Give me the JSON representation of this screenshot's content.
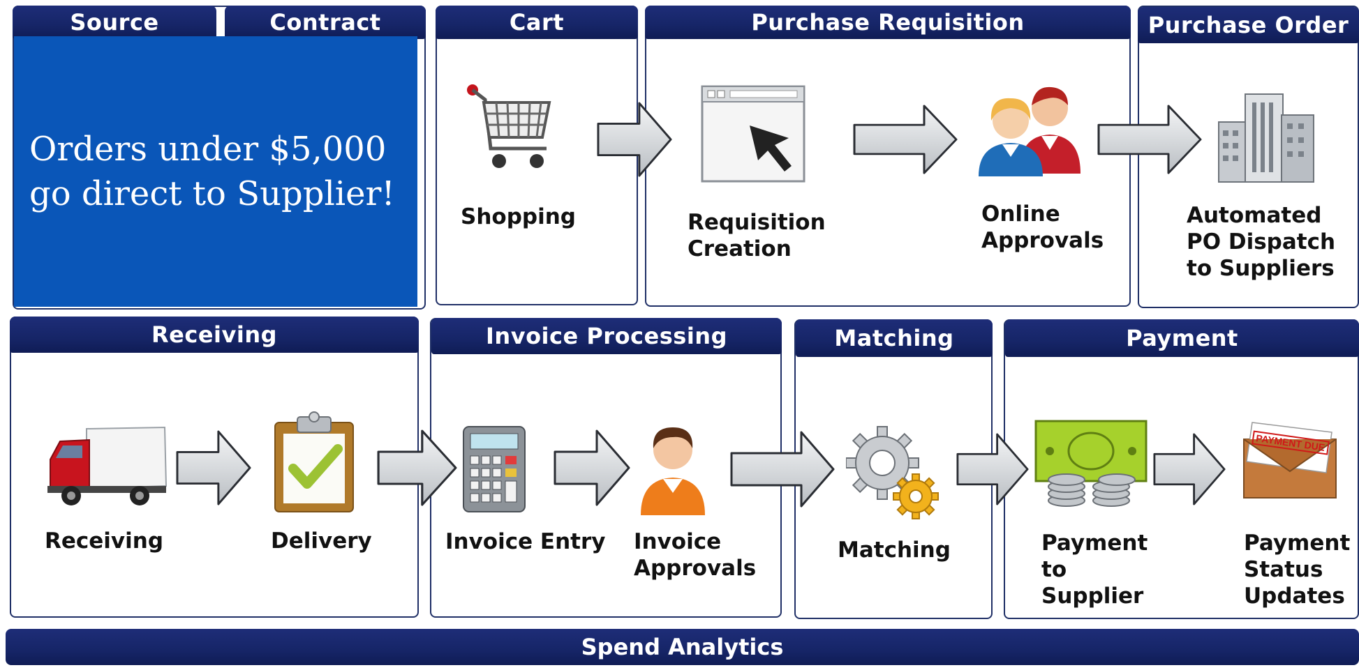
{
  "top_row": {
    "source": "Source",
    "contract": "Contract",
    "cart": "Cart",
    "purchase_requisition": "Purchase Requisition",
    "purchase_order": "Purchase Order"
  },
  "note": "Orders under $5,000 go direct to Supplier!",
  "steps": {
    "shopping": "Shopping",
    "requisition_creation": "Requisition\nCreation",
    "online_approvals": "Online\nApprovals",
    "po_dispatch": "Automated\nPO Dispatch\nto Suppliers",
    "receiving": "Receiving",
    "delivery": "Delivery",
    "invoice_entry": "Invoice Entry",
    "invoice_approvals": "Invoice\nApprovals",
    "matching": "Matching",
    "payment_to_supplier": "Payment\nto\nSupplier",
    "payment_status": "Payment\nStatus\nUpdates"
  },
  "bottom_row": {
    "receiving": "Receiving",
    "invoice_processing": "Invoice Processing",
    "matching": "Matching",
    "payment": "Payment"
  },
  "icons": {
    "payment_due_text": "PAYMENT DUE"
  },
  "footer": "Spend Analytics"
}
